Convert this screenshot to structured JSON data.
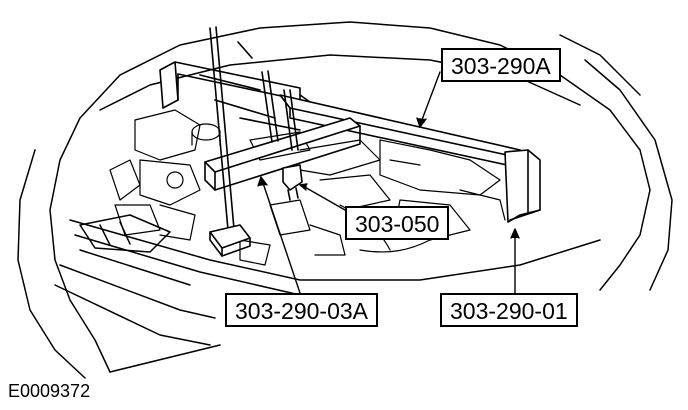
{
  "labels": {
    "bar": "303-290A",
    "adapter": "303-050",
    "jack_foot": "303-290-03A",
    "stand": "303-290-01"
  },
  "figure_id": "E0009372",
  "colors": {
    "line": "#000000",
    "background": "#ffffff"
  }
}
